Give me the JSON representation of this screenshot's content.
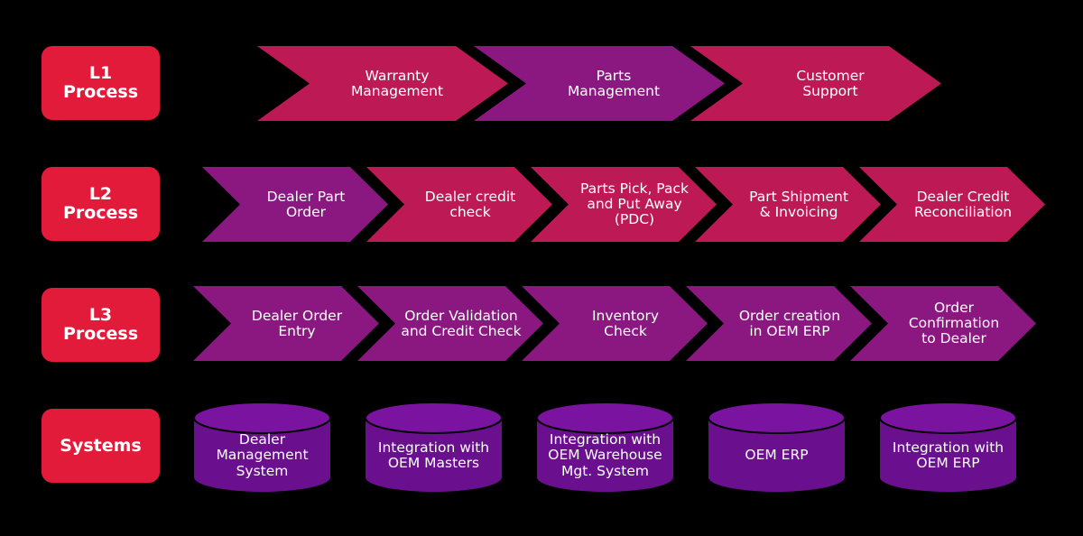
{
  "colors": {
    "background": "#000000",
    "label": "#e31b3a",
    "crimson": "#bd1a55",
    "purple": "#8a1880",
    "violet": "#6a0f8e"
  },
  "rows": [
    {
      "label": "L1\nProcess",
      "steps": [
        {
          "text": "Warranty\nManagement",
          "color": "#bd1a55"
        },
        {
          "text": "Parts\nManagement",
          "color": "#8a1880"
        },
        {
          "text": "Customer\nSupport",
          "color": "#bd1a55"
        }
      ]
    },
    {
      "label": "L2\nProcess",
      "steps": [
        {
          "text": "Dealer Part\nOrder",
          "color": "#8a1880"
        },
        {
          "text": "Dealer credit\ncheck",
          "color": "#bd1a55"
        },
        {
          "text": "Parts Pick, Pack\nand Put Away\n(PDC)",
          "color": "#bd1a55"
        },
        {
          "text": "Part Shipment\n& Invoicing",
          "color": "#bd1a55"
        },
        {
          "text": "Dealer Credit\nReconciliation",
          "color": "#bd1a55"
        }
      ]
    },
    {
      "label": "L3\nProcess",
      "steps": [
        {
          "text": "Dealer Order\nEntry",
          "color": "#8a1880"
        },
        {
          "text": "Order Validation\nand Credit Check",
          "color": "#8a1880"
        },
        {
          "text": "Inventory\nCheck",
          "color": "#8a1880"
        },
        {
          "text": "Order creation\nin OEM ERP",
          "color": "#8a1880"
        },
        {
          "text": "Order\nConfirmation\nto Dealer",
          "color": "#8a1880"
        }
      ]
    }
  ],
  "systems": {
    "label": "Systems",
    "items": [
      {
        "text": "Dealer\nManagement\nSystem"
      },
      {
        "text": "Integration with\nOEM Masters"
      },
      {
        "text": "Integration with\nOEM Warehouse\nMgt. System"
      },
      {
        "text": "OEM ERP"
      },
      {
        "text": "Integration with\nOEM ERP"
      }
    ]
  }
}
